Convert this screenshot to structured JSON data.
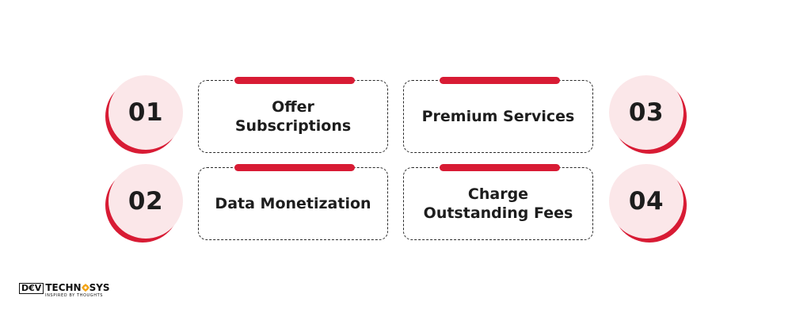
{
  "items": [
    {
      "number": "01",
      "label": "Offer\nSubscriptions"
    },
    {
      "number": "02",
      "label": "Data Monetization"
    },
    {
      "number": "03",
      "label": "Premium Services"
    },
    {
      "number": "04",
      "label": "Charge\nOutstanding Fees"
    }
  ],
  "logo": {
    "box_text": "D€V",
    "left_text": "TECHN",
    "right_text": "SYS",
    "tagline": "INSPIRED BY THOUGHTS"
  },
  "colors": {
    "accent": "#d81b34",
    "circle_fill": "#fbe7e9",
    "text": "#1d1d1d"
  },
  "icons": {
    "logo_o": "gear-icon"
  }
}
